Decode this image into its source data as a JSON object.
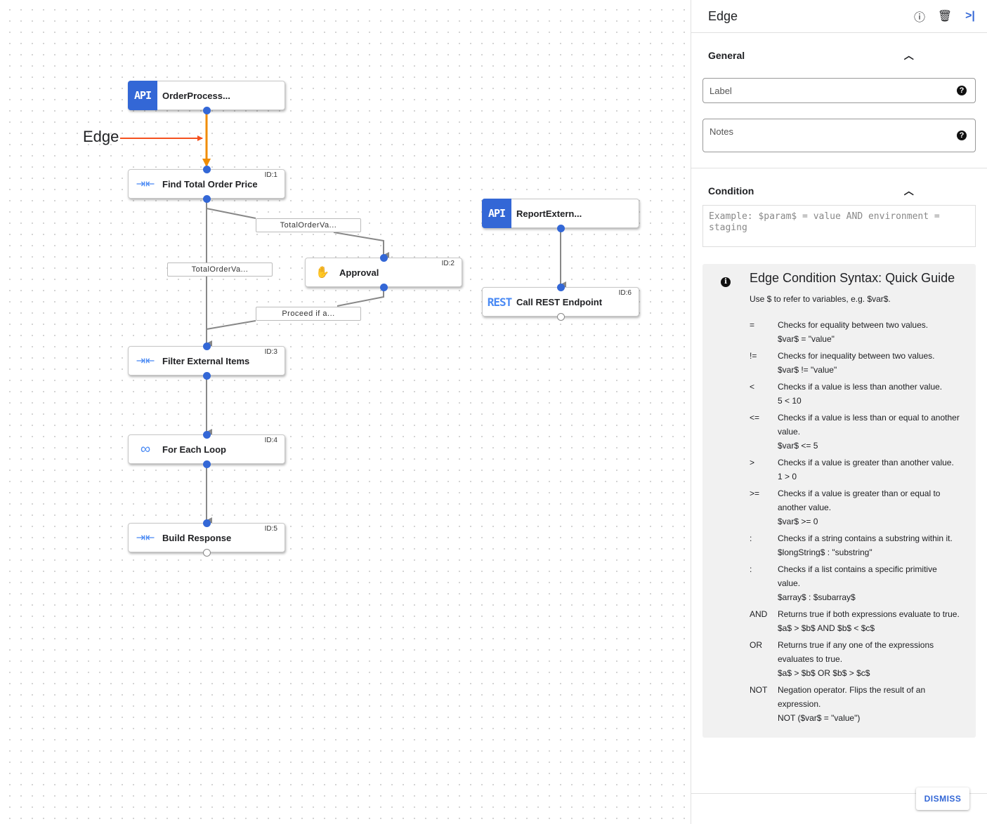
{
  "canvas": {
    "annotation": "Edge",
    "nodes": [
      {
        "name": "OrderProcess...",
        "icon": "api-icon",
        "icon_text": "API",
        "id": ""
      },
      {
        "name": "Find Total Order Price",
        "icon": "data-mapping-icon",
        "id": "ID:1"
      },
      {
        "name": "Approval",
        "icon": "hand-icon",
        "id": "ID:2"
      },
      {
        "name": "Filter External Items",
        "icon": "data-mapping-icon",
        "id": "ID:3"
      },
      {
        "name": "For Each Loop",
        "icon": "loop-icon",
        "id": "ID:4"
      },
      {
        "name": "Build Response",
        "icon": "data-mapping-icon",
        "id": "ID:5"
      },
      {
        "name": "ReportExtern...",
        "icon": "api-icon",
        "icon_text": "API",
        "id": ""
      },
      {
        "name": "Call REST Endpoint",
        "icon": "rest-icon",
        "icon_text": "REST",
        "id": "ID:6"
      }
    ],
    "edge_labels": [
      "TotalOrderVa...",
      "TotalOrderVa...",
      "Proceed if a..."
    ],
    "colors": {
      "selected_edge": "#f08c00",
      "annotation_arrow": "#f4511e",
      "node_accent": "#3367d6"
    }
  },
  "panel": {
    "title": "Edge",
    "general": {
      "title": "General",
      "label_placeholder": "Label",
      "notes_placeholder": "Notes"
    },
    "condition": {
      "title": "Condition",
      "placeholder": "Example: $param$ = value AND environment = staging"
    },
    "guide": {
      "title": "Edge Condition Syntax: Quick Guide",
      "intro": "Use $ to refer to variables, e.g. $var$.",
      "operators": [
        {
          "sym": "=",
          "desc": "Checks for equality between two values.",
          "example": "$var$ = \"value\""
        },
        {
          "sym": "!=",
          "desc": "Checks for inequality between two values.",
          "example": "$var$ != \"value\""
        },
        {
          "sym": "<",
          "desc": "Checks if a value is less than another value.",
          "example": "5 < 10"
        },
        {
          "sym": "<=",
          "desc": "Checks if a value is less than or equal to another value.",
          "example": "$var$ <= 5"
        },
        {
          "sym": ">",
          "desc": "Checks if a value is greater than another value.",
          "example": "1 > 0"
        },
        {
          "sym": ">=",
          "desc": "Checks if a value is greater than or equal to another value.",
          "example": "$var$ >= 0"
        },
        {
          "sym": ":",
          "desc": "Checks if a string contains a substring within it.",
          "example": "$longString$ : \"substring\""
        },
        {
          "sym": ":",
          "desc": "Checks if a list contains a specific primitive value.",
          "example": "$array$ : $subarray$"
        },
        {
          "sym": "AND",
          "desc": "Returns true if both expressions evaluate to true.",
          "example": "$a$ > $b$ AND $b$ < $c$"
        },
        {
          "sym": "OR",
          "desc": "Returns true if any one of the expressions evaluates to true.",
          "example": "$a$ > $b$ OR $b$ > $c$"
        },
        {
          "sym": "NOT",
          "desc": "Negation operator. Flips the result of an expression.",
          "example": "NOT ($var$ = \"value\")"
        }
      ]
    },
    "dismiss_label": "DISMISS"
  }
}
